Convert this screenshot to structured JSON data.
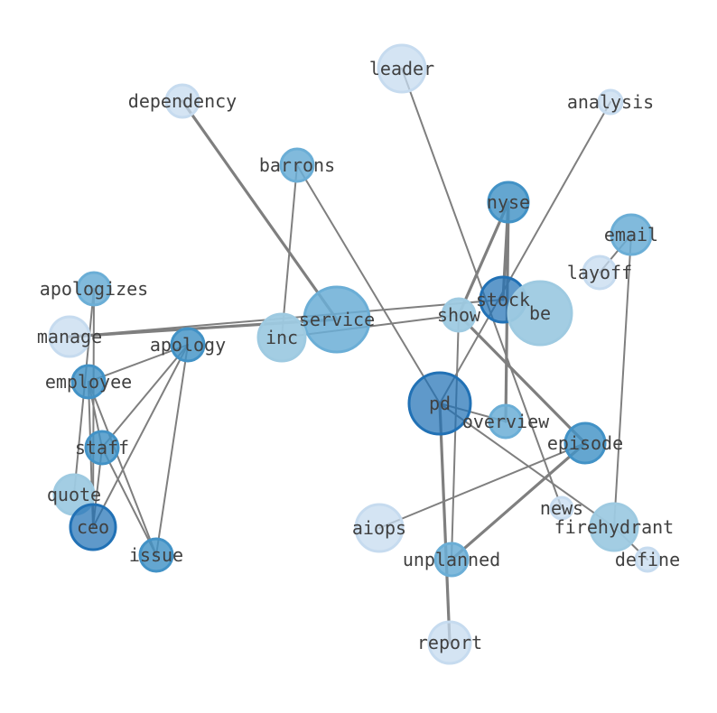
{
  "graph": {
    "palette": {
      "fill": {
        "1": "#c6dbef",
        "2": "#9ecae1",
        "3": "#6baed6",
        "4": "#4292c6",
        "5": "#2171b5"
      },
      "stroke": {
        "1": "#c6dbef",
        "2": "#9ecae1",
        "3": "#6baed6",
        "4": "#4292c6",
        "5": "#2171b5"
      }
    },
    "nodes": [
      {
        "id": "leader",
        "label": "leader",
        "level": 1
      },
      {
        "id": "dependency",
        "label": "dependency",
        "level": 1
      },
      {
        "id": "analysis",
        "label": "analysis",
        "level": 1
      },
      {
        "id": "barrons",
        "label": "barrons",
        "level": 3
      },
      {
        "id": "nyse",
        "label": "nyse",
        "level": 4
      },
      {
        "id": "email",
        "label": "email",
        "level": 3
      },
      {
        "id": "layoff",
        "label": "layoff",
        "level": 1
      },
      {
        "id": "apologizes",
        "label": "apologizes",
        "level": 3
      },
      {
        "id": "stock",
        "label": "stock",
        "level": 5
      },
      {
        "id": "be",
        "label": "be",
        "level": 2
      },
      {
        "id": "show",
        "label": "show",
        "level": 2
      },
      {
        "id": "service",
        "label": "service",
        "level": 3
      },
      {
        "id": "inc",
        "label": "inc",
        "level": 2
      },
      {
        "id": "manage",
        "label": "manage",
        "level": 1
      },
      {
        "id": "apology",
        "label": "apology",
        "level": 4
      },
      {
        "id": "employee",
        "label": "employee",
        "level": 4
      },
      {
        "id": "pd",
        "label": "pd",
        "level": 5
      },
      {
        "id": "overview",
        "label": "overview",
        "level": 3
      },
      {
        "id": "episode",
        "label": "episode",
        "level": 4
      },
      {
        "id": "staff",
        "label": "staff",
        "level": 4
      },
      {
        "id": "quote",
        "label": "quote",
        "level": 2
      },
      {
        "id": "ceo",
        "label": "ceo",
        "level": 5
      },
      {
        "id": "news",
        "label": "news",
        "level": 1
      },
      {
        "id": "aiops",
        "label": "aiops",
        "level": 1
      },
      {
        "id": "firehydrant",
        "label": "firehydrant",
        "level": 2
      },
      {
        "id": "issue",
        "label": "issue",
        "level": 4
      },
      {
        "id": "unplanned",
        "label": "unplanned",
        "level": 3
      },
      {
        "id": "define",
        "label": "define",
        "level": 1
      },
      {
        "id": "report",
        "label": "report",
        "level": 1
      }
    ],
    "edges": [
      {
        "source": "dependency",
        "target": "service",
        "weight": 2
      },
      {
        "source": "leader",
        "target": "news",
        "weight": 1
      },
      {
        "source": "analysis",
        "target": "pd",
        "weight": 1
      },
      {
        "source": "barrons",
        "target": "inc",
        "weight": 1
      },
      {
        "source": "barrons",
        "target": "pd",
        "weight": 1
      },
      {
        "source": "nyse",
        "target": "stock",
        "weight": 2
      },
      {
        "source": "nyse",
        "target": "overview",
        "weight": 2
      },
      {
        "source": "nyse",
        "target": "show",
        "weight": 2
      },
      {
        "source": "email",
        "target": "layoff",
        "weight": 1
      },
      {
        "source": "email",
        "target": "firehydrant",
        "weight": 1
      },
      {
        "source": "manage",
        "target": "service",
        "weight": 2
      },
      {
        "source": "manage",
        "target": "stock",
        "weight": 1
      },
      {
        "source": "inc",
        "target": "show",
        "weight": 1
      },
      {
        "source": "show",
        "target": "episode",
        "weight": 2
      },
      {
        "source": "show",
        "target": "unplanned",
        "weight": 1
      },
      {
        "source": "pd",
        "target": "overview",
        "weight": 1
      },
      {
        "source": "pd",
        "target": "report",
        "weight": 2
      },
      {
        "source": "pd",
        "target": "firehydrant",
        "weight": 1
      },
      {
        "source": "episode",
        "target": "aiops",
        "weight": 1
      },
      {
        "source": "episode",
        "target": "unplanned",
        "weight": 2
      },
      {
        "source": "firehydrant",
        "target": "define",
        "weight": 1
      },
      {
        "source": "apologizes",
        "target": "quote",
        "weight": 1
      },
      {
        "source": "apologizes",
        "target": "ceo",
        "weight": 1
      },
      {
        "source": "apology",
        "target": "employee",
        "weight": 1
      },
      {
        "source": "apology",
        "target": "staff",
        "weight": 1
      },
      {
        "source": "apology",
        "target": "ceo",
        "weight": 1
      },
      {
        "source": "apology",
        "target": "issue",
        "weight": 1
      },
      {
        "source": "employee",
        "target": "ceo",
        "weight": 1
      },
      {
        "source": "employee",
        "target": "issue",
        "weight": 1
      },
      {
        "source": "staff",
        "target": "ceo",
        "weight": 1
      },
      {
        "source": "staff",
        "target": "issue",
        "weight": 1
      },
      {
        "source": "employee",
        "target": "staff",
        "weight": 1
      }
    ]
  }
}
